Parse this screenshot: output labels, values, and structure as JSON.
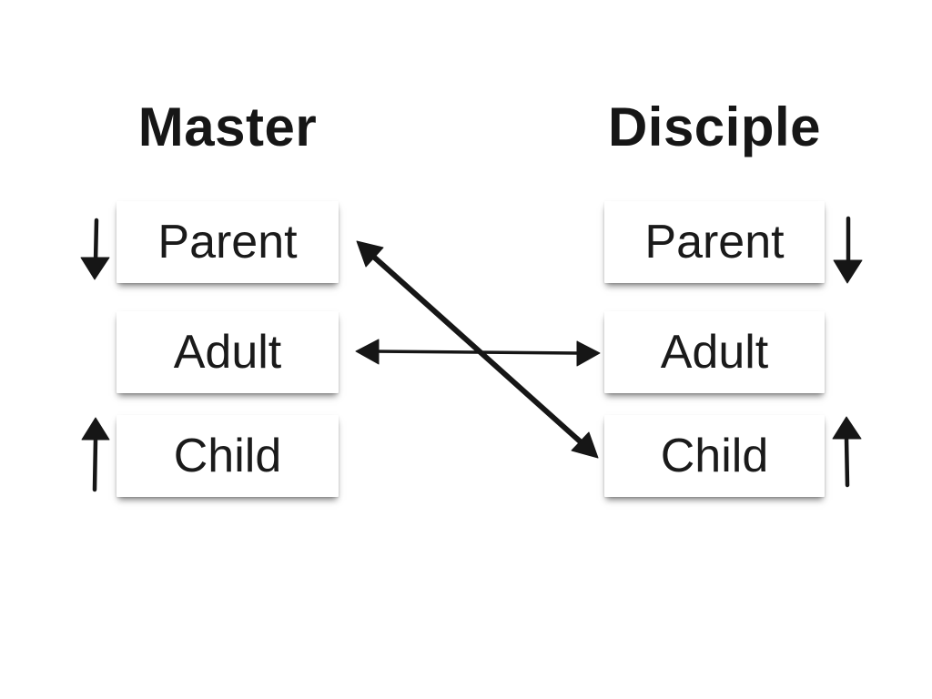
{
  "meta": {
    "kind": "presentation-slide-diagram",
    "background_color": "#ffffff",
    "ink_color": "#161616",
    "box_fill_color": "#ffffff"
  },
  "columns": [
    {
      "title": "Master",
      "boxes": [
        {
          "label": "Parent"
        },
        {
          "label": "Adult"
        },
        {
          "label": "Child"
        }
      ]
    },
    {
      "title": "Disciple",
      "boxes": [
        {
          "label": "Parent"
        },
        {
          "label": "Adult"
        },
        {
          "label": "Child"
        }
      ]
    }
  ],
  "arrows": [
    {
      "id": "master-parent-down-arrow",
      "shape": "arrow-down",
      "location": "left of Master Parent box"
    },
    {
      "id": "master-child-up-arrow",
      "shape": "arrow-up",
      "location": "left of Master Child box"
    },
    {
      "id": "disciple-parent-down-arrow",
      "shape": "arrow-down",
      "location": "right of Disciple Parent box"
    },
    {
      "id": "disciple-child-up-arrow",
      "shape": "arrow-up",
      "location": "right of Disciple Child box"
    },
    {
      "id": "adult-adult-arrow",
      "shape": "double-headed-horizontal",
      "from": "Master Adult",
      "to": "Disciple Adult"
    },
    {
      "id": "parent-child-cross-arrow",
      "shape": "double-headed-diagonal",
      "from": "Master Parent",
      "to": "Disciple Child"
    }
  ]
}
